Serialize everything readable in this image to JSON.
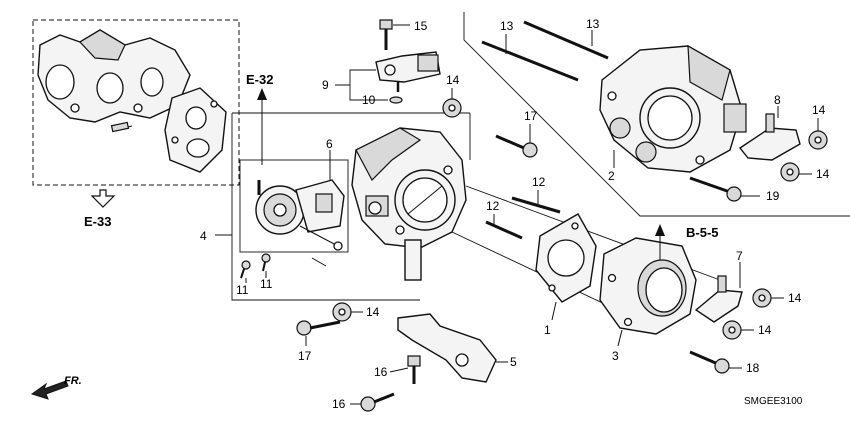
{
  "callouts": {
    "c1": "1",
    "c2": "2",
    "c3": "3",
    "c4": "4",
    "c5": "5",
    "c6": "6",
    "c7": "7",
    "c8": "8",
    "c9": "9",
    "c10": "10",
    "c11a": "11",
    "c11b": "11",
    "c12a": "12",
    "c12b": "12",
    "c13a": "13",
    "c13b": "13",
    "c14a": "14",
    "c14b": "14",
    "c14c": "14",
    "c14d": "14",
    "c14e": "14",
    "c14f": "14",
    "c15": "15",
    "c16a": "16",
    "c16b": "16",
    "c17a": "17",
    "c17b": "17",
    "c18": "18",
    "c19": "19"
  },
  "references": {
    "e32": "E-32",
    "e33": "E-33",
    "b55": "B-5-5"
  },
  "direction_label": "FR.",
  "diagram_code": "SMGEE3100"
}
